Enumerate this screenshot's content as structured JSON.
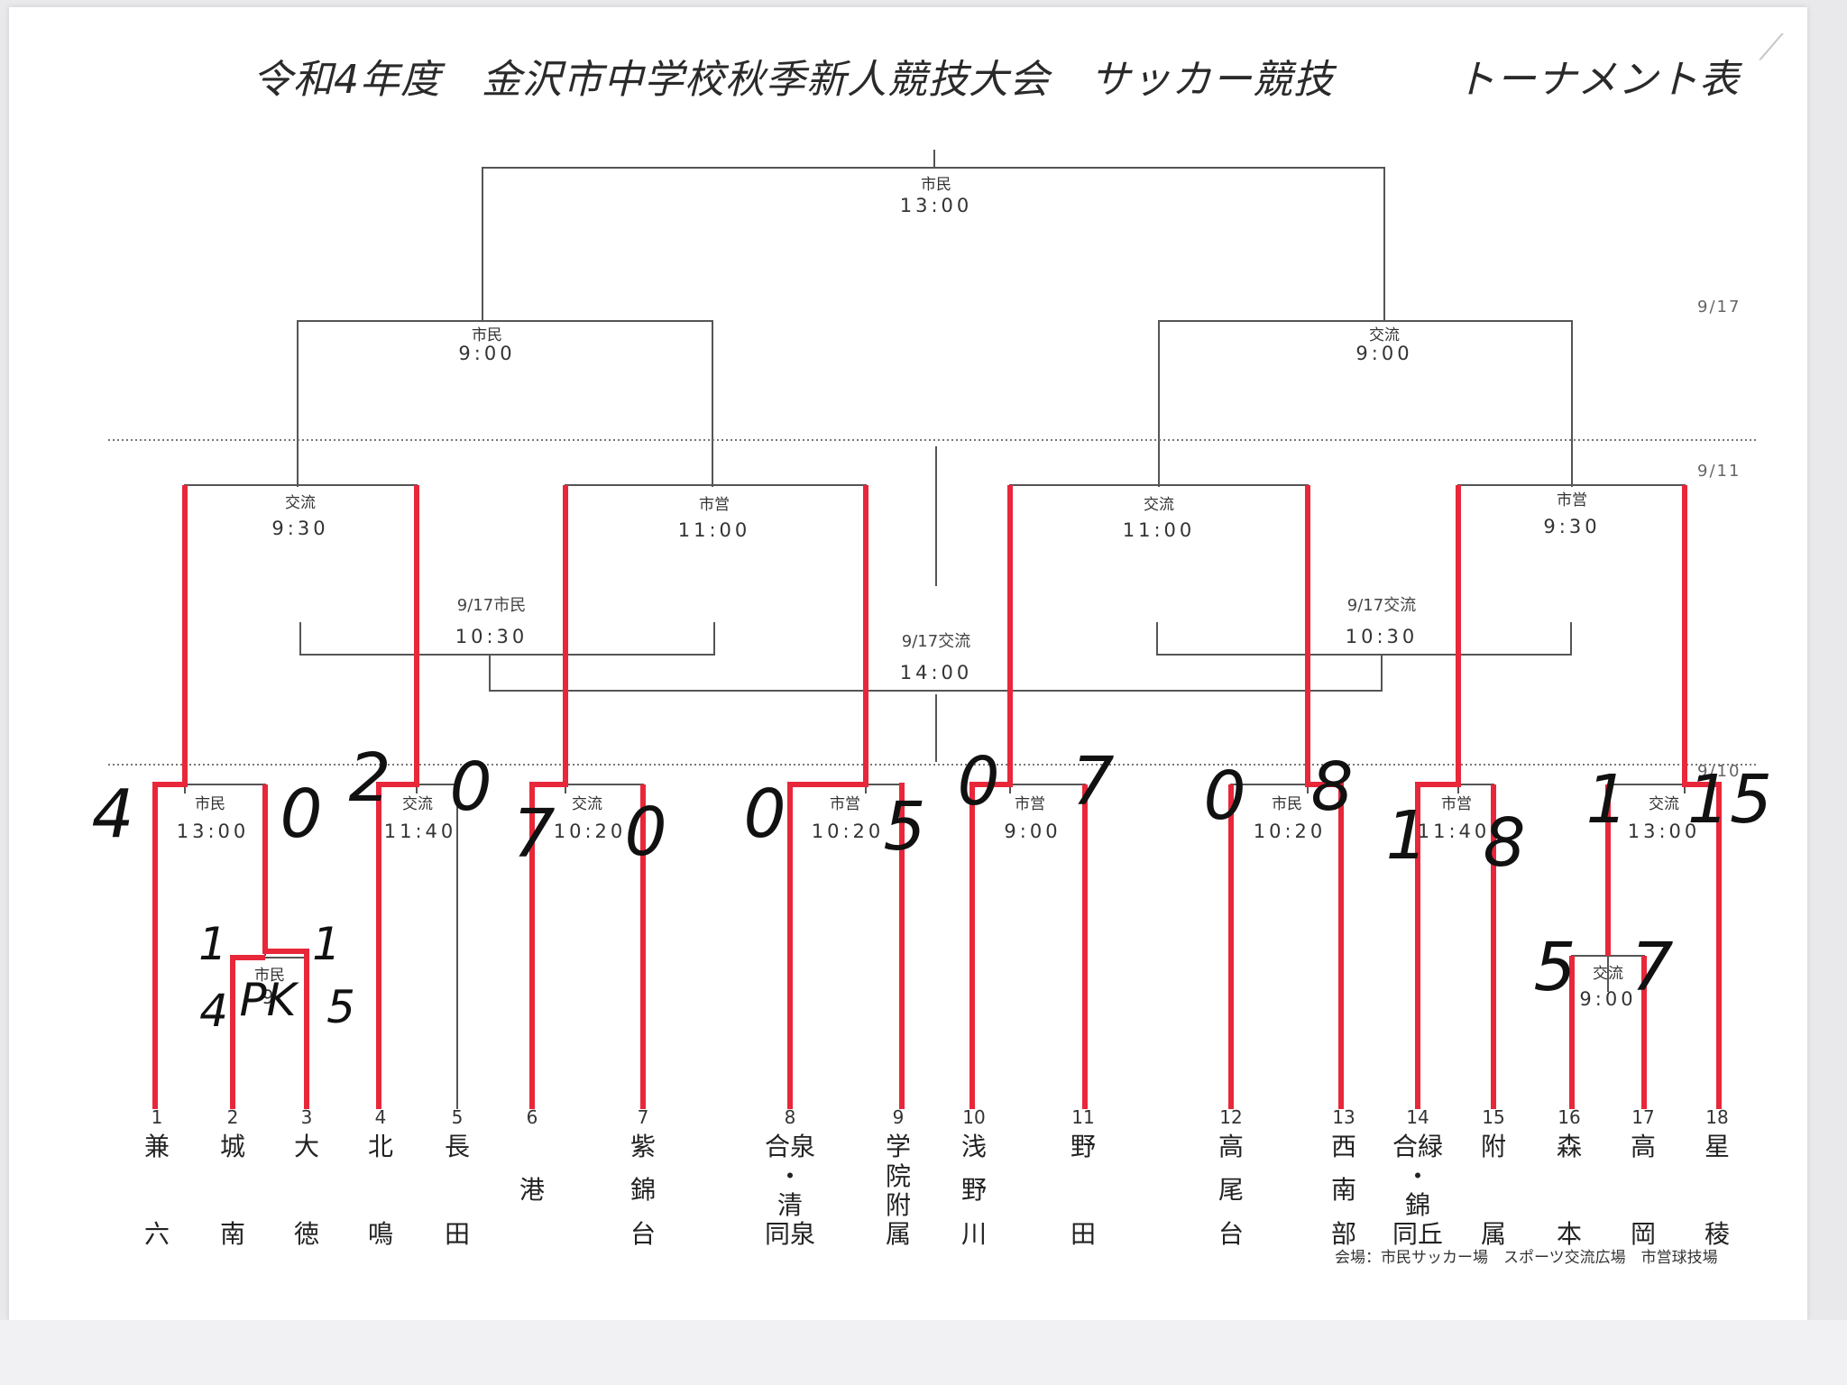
{
  "title": "令和4年度　金沢市中学校秋季新人競技大会　サッカー競技　　　トーナメント表",
  "side_dates": {
    "top": "9/17",
    "middle": "9/11",
    "bottom": "9/10"
  },
  "final": {
    "venue": "市民",
    "time": "13:00"
  },
  "semifinals": [
    {
      "venue": "市民",
      "time": "9:00"
    },
    {
      "venue": "交流",
      "time": "9:00"
    }
  ],
  "quarterfinals": [
    {
      "venue": "交流",
      "time": "9:30"
    },
    {
      "venue": "市営",
      "time": "11:00"
    },
    {
      "venue": "交流",
      "time": "11:00"
    },
    {
      "venue": "市営",
      "time": "9:30"
    }
  ],
  "placement_matches": [
    {
      "date_venue": "9/17市民",
      "time": "10:30"
    },
    {
      "date_venue": "9/17交流",
      "time": "14:00"
    },
    {
      "date_venue": "9/17交流",
      "time": "10:30"
    }
  ],
  "first_round": [
    {
      "venue": "市民",
      "time": "13:00"
    },
    {
      "venue": "交流",
      "time": "11:40"
    },
    {
      "venue": "交流",
      "time": "10:20"
    },
    {
      "venue": "市営",
      "time": "10:20"
    },
    {
      "venue": "市営",
      "time": "9:00"
    },
    {
      "venue": "市民",
      "time": "10:20"
    },
    {
      "venue": "市営",
      "time": "11:40"
    },
    {
      "venue": "交流",
      "time": "13:00"
    }
  ],
  "preliminary": [
    {
      "venue": "市民",
      "time": "9"
    },
    {
      "venue": "交流",
      "time": "9:00"
    }
  ],
  "teams": [
    {
      "num": "1",
      "chars": [
        "兼",
        "",
        "六"
      ]
    },
    {
      "num": "2",
      "chars": [
        "城",
        "",
        "南"
      ]
    },
    {
      "num": "3",
      "chars": [
        "大",
        "",
        "徳"
      ]
    },
    {
      "num": "4",
      "chars": [
        "北",
        "",
        "鳴"
      ]
    },
    {
      "num": "5",
      "chars": [
        "長",
        "",
        "田"
      ]
    },
    {
      "num": "6",
      "chars": [
        "",
        "港",
        ""
      ]
    },
    {
      "num": "7",
      "chars": [
        "紫",
        "錦",
        "台"
      ]
    },
    {
      "num": "8",
      "chars": [
        "合泉",
        "・",
        "清",
        "同泉"
      ]
    },
    {
      "num": "9",
      "chars": [
        "学",
        "院",
        "附",
        "属"
      ]
    },
    {
      "num": "10",
      "chars": [
        "浅",
        "野",
        "川"
      ]
    },
    {
      "num": "11",
      "chars": [
        "野",
        "",
        "田"
      ]
    },
    {
      "num": "12",
      "chars": [
        "高",
        "尾",
        "台"
      ]
    },
    {
      "num": "13",
      "chars": [
        "西",
        "南",
        "部"
      ]
    },
    {
      "num": "14",
      "chars": [
        "合緑",
        "・",
        "錦",
        "同丘"
      ]
    },
    {
      "num": "15",
      "chars": [
        "附",
        "",
        "属"
      ]
    },
    {
      "num": "16",
      "chars": [
        "森",
        "",
        "本"
      ]
    },
    {
      "num": "17",
      "chars": [
        "高",
        "",
        "岡"
      ]
    },
    {
      "num": "18",
      "chars": [
        "星",
        "",
        "稜"
      ]
    }
  ],
  "handwritten_scores": [
    "4",
    "0",
    "2",
    "0",
    "7",
    "0",
    "0",
    "5",
    "0",
    "7",
    "0",
    "8",
    "1",
    "8",
    "1",
    "15",
    "1",
    "1",
    "4",
    "PK",
    "5",
    "5",
    "7"
  ],
  "footer": "会場：市民サッカー場　スポーツ交流広場　市営球技場",
  "colors": {
    "ink": "#3a3a3a",
    "winner_line": "#e8273a",
    "handwriting": "#111111",
    "paper": "#ffffff"
  }
}
